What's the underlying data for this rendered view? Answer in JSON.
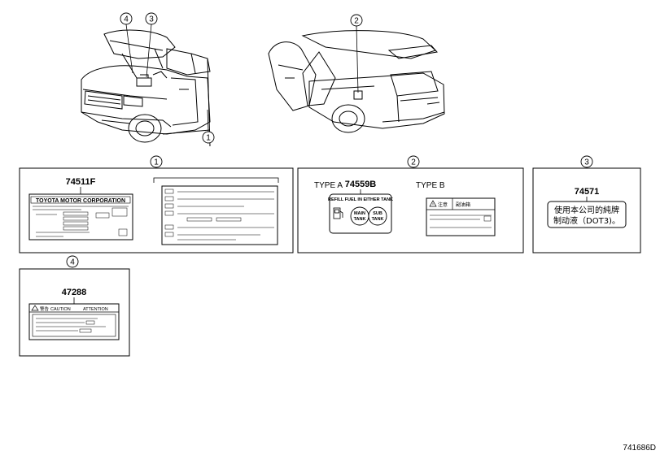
{
  "callouts": {
    "c1": "1",
    "c2": "2",
    "c3": "3",
    "c4": "4"
  },
  "panels": {
    "p1": {
      "callout": "1",
      "part_number": "74511F",
      "plate_title": "TOYOTA MOTOR CORPORATION"
    },
    "p2": {
      "callout": "2",
      "type_a": "TYPE A",
      "type_b": "TYPE B",
      "part_number": "74559B",
      "fuel_text": "REFILL FUEL IN EITHER TANK",
      "main_tank_1": "MAIN",
      "main_tank_2": "TANK",
      "sub_tank_1": "SUB",
      "sub_tank_2": "TANK",
      "warning": "注意",
      "fuel_tank": "副油箱"
    },
    "p3": {
      "callout": "3",
      "part_number": "74571",
      "line1": "使用本公司的純牌",
      "line2": "制动液（DOT3)。"
    },
    "p4": {
      "callout": "4",
      "part_number": "47288",
      "warn_cn": "警告",
      "caution": "CAUTION",
      "attention": "ATTENTION"
    }
  },
  "drawing_ref": "741686D",
  "icons": [
    "fuel-pump-icon",
    "warning-triangle-icon",
    "circled-number-icon"
  ]
}
